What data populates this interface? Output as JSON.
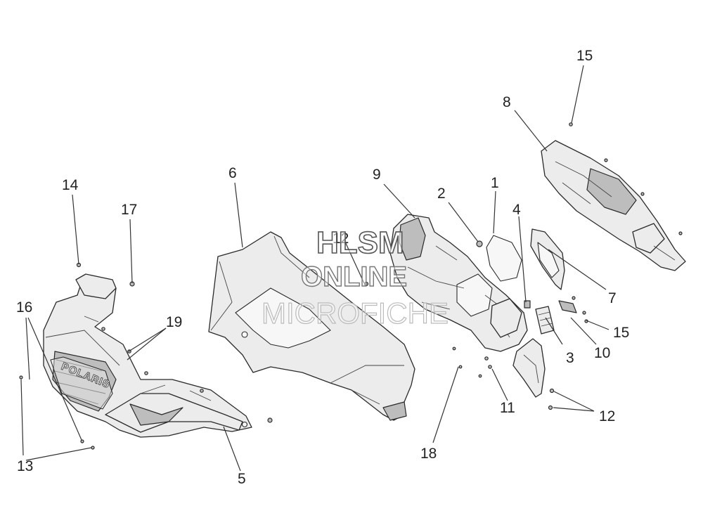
{
  "callouts": {
    "c1": "1",
    "c2": "2",
    "c3": "3",
    "c4": "4",
    "c5": "5",
    "c6": "6",
    "c7": "7",
    "c8": "8",
    "c9": "9",
    "c10": "10",
    "c11": "11",
    "c12a": "12",
    "c12b": "12",
    "c13": "13",
    "c14": "14",
    "c15a": "15",
    "c15b": "15",
    "c16": "16",
    "c17": "17",
    "c18": "18",
    "c19": "19"
  },
  "watermark": {
    "line1": "HLSM",
    "line2": "ONLINE",
    "line3": "MICROFICHE"
  },
  "brand_logo": "POLARIS"
}
